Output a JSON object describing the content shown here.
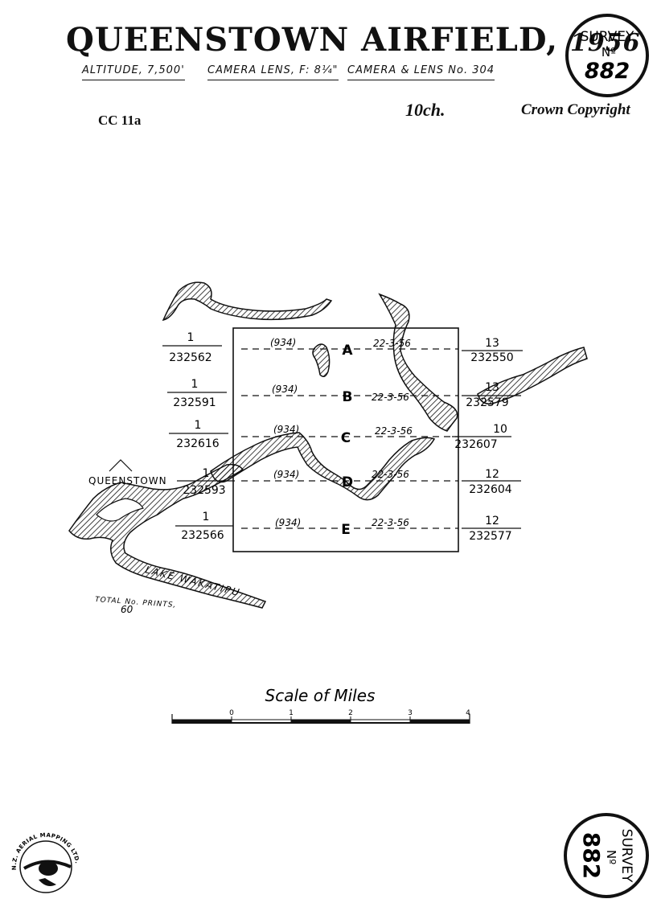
{
  "header": {
    "title": "QUEENSTOWN AIRFIELD,",
    "year": "1956",
    "altitude": "ALTITUDE, 7,500'",
    "camera_lens": "CAMERA LENS, F: 8¼\"",
    "camera_no": "CAMERA & LENS No. 304",
    "reference": "CC 11a",
    "scale_mark": "10ch.",
    "copyright": "Crown Copyright"
  },
  "stamp": {
    "top": "SURVEY",
    "middle": "Nº",
    "number": "882"
  },
  "runs": [
    {
      "id": "A",
      "left_num": "1",
      "left_film": "232562",
      "height": "(934)",
      "date": "22-3-56",
      "right_num": "13",
      "right_film": "232550"
    },
    {
      "id": "B",
      "left_num": "1",
      "left_film": "232591",
      "height": "(934)",
      "date": "22-3-56",
      "right_num": "13",
      "right_film": "232579"
    },
    {
      "id": "C",
      "left_num": "1",
      "left_film": "232616",
      "height": "(934)",
      "date": "22-3-56",
      "right_num": "10",
      "right_film": "232607"
    },
    {
      "id": "D",
      "left_num": "1",
      "left_film": "232593",
      "height": "(934)",
      "date": "22-3-56",
      "right_num": "12",
      "right_film": "232604"
    },
    {
      "id": "E",
      "left_num": "1",
      "left_film": "232566",
      "height": "(934)",
      "date": "22-3-56",
      "right_num": "12",
      "right_film": "232577"
    }
  ],
  "map_labels": {
    "town": "QUEENSTOWN",
    "lake": "LAKE WAKATIPU",
    "total_prints_label": "TOTAL No. PRINTS,",
    "total_prints": "60"
  },
  "scale": {
    "title": "Scale of Miles",
    "ticks": [
      "0",
      "1",
      "2",
      "3",
      "4"
    ]
  },
  "logo": {
    "text": "N.Z. AERIAL MAPPING LTD."
  }
}
